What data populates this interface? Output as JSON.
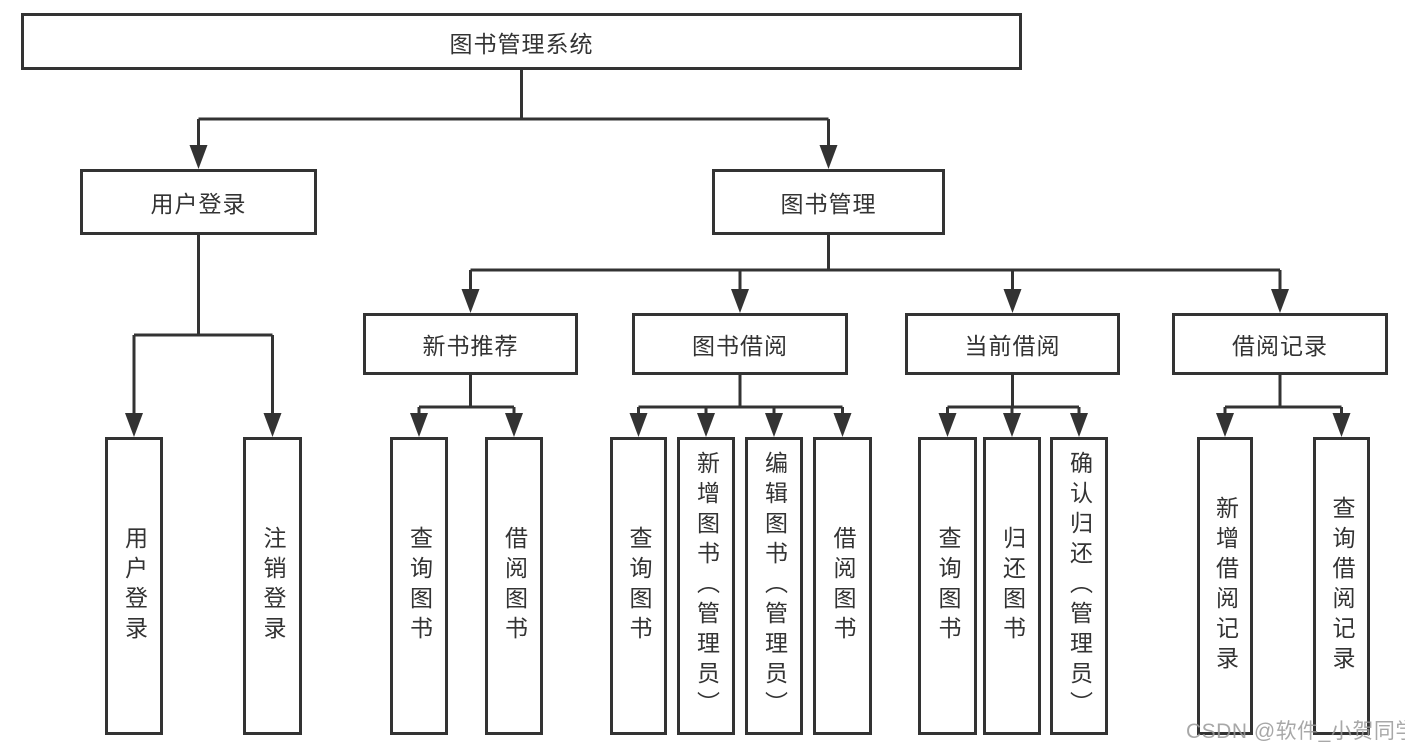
{
  "tree": {
    "label": "图书管理系统",
    "children": [
      {
        "label": "用户登录",
        "children": [
          {
            "label": "用户登录"
          },
          {
            "label": "注销登录"
          }
        ]
      },
      {
        "label": "图书管理",
        "children": [
          {
            "label": "新书推荐",
            "children": [
              {
                "label": "查询图书"
              },
              {
                "label": "借阅图书"
              }
            ]
          },
          {
            "label": "图书借阅",
            "children": [
              {
                "label": "查询图书"
              },
              {
                "label": "新增图书（管理员）"
              },
              {
                "label": "编辑图书（管理员）"
              },
              {
                "label": "借阅图书"
              }
            ]
          },
          {
            "label": "当前借阅",
            "children": [
              {
                "label": "查询图书"
              },
              {
                "label": "归还图书"
              },
              {
                "label": "确认归还（管理员）"
              }
            ]
          },
          {
            "label": "借阅记录",
            "children": [
              {
                "label": "新增借阅记录"
              },
              {
                "label": "查询借阅记录"
              }
            ]
          }
        ]
      }
    ]
  },
  "watermark": {
    "text": "CSDN @软件_小贺同学"
  },
  "colors": {
    "line": "#333333",
    "box_border": "#333333",
    "box_fill": "#ffffff",
    "text": "#333333",
    "watermark": "#9a9a9a",
    "background": "#ffffff"
  }
}
